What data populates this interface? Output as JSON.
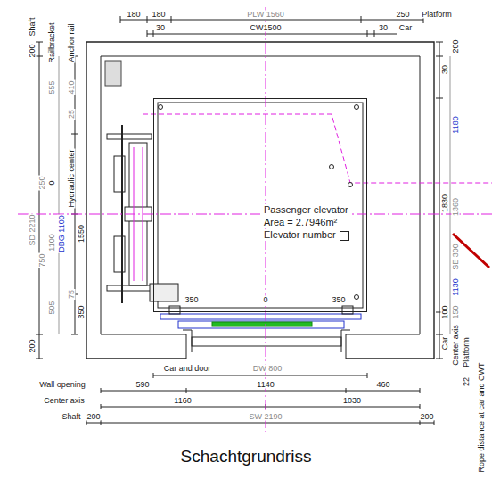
{
  "diagram": {
    "caption": "Schachtgrundriss",
    "nodes": [
      {
        "text": [
          "Passenger elevator",
          "Area = 2.7946m²",
          "Elevator number"
        ]
      }
    ],
    "labels": [
      "180",
      "180",
      "PLW 1560",
      "250",
      "Platform",
      "30",
      "CW1500",
      "30",
      "Car",
      "Shaft",
      "200",
      "Railbracket",
      "Anchor rail",
      "555",
      "410",
      "25",
      "250",
      "0",
      "Hydraulic center",
      "SD 2210",
      "1100",
      "DBG 1100",
      "1550",
      "750",
      "75",
      "505",
      "350",
      "200",
      "200",
      "30",
      "1180",
      "1830",
      "1360",
      "SE 300",
      "1130",
      "100",
      "150",
      "Car",
      "Center axis",
      "Platform",
      "22",
      "Rope distance at car and CWT",
      "350",
      "0",
      "350",
      "Car and door",
      "DW 800",
      "Wall opening",
      "590",
      "1140",
      "460",
      "Center axis",
      "1160",
      "1030",
      "Shaft",
      "200",
      "SW 2190",
      "200"
    ]
  }
}
